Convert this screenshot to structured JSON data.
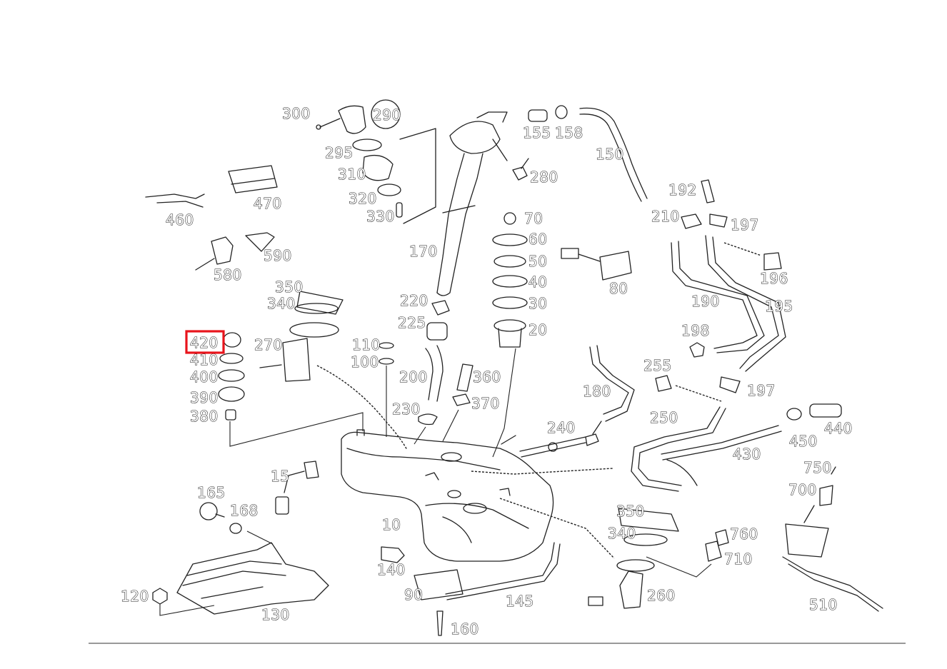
{
  "highlight": {
    "label": "420",
    "color": "#e8141c"
  },
  "labels": [
    "10",
    "15",
    "20",
    "30",
    "40",
    "50",
    "60",
    "70",
    "80",
    "90",
    "100",
    "110",
    "120",
    "130",
    "140",
    "145",
    "150",
    "155",
    "158",
    "160",
    "165",
    "168",
    "170",
    "180",
    "190",
    "192",
    "195",
    "196",
    "197",
    "198",
    "200",
    "210",
    "220",
    "225",
    "230",
    "240",
    "250",
    "255",
    "260",
    "270",
    "280",
    "290",
    "295",
    "300",
    "310",
    "320",
    "330",
    "340",
    "350",
    "360",
    "370",
    "380",
    "390",
    "400",
    "410",
    "420",
    "430",
    "440",
    "450",
    "460",
    "470",
    "510",
    "580",
    "590",
    "700",
    "710",
    "750",
    "760"
  ],
  "label_instances": [
    "10",
    "15",
    "20",
    "30",
    "40",
    "50",
    "60",
    "70",
    "80",
    "90",
    "100",
    "110",
    "120",
    "130",
    "140",
    "145",
    "150",
    "155",
    "158",
    "160",
    "165",
    "168",
    "170",
    "180",
    "190",
    "192",
    "195",
    "196",
    "197a",
    "197b",
    "198",
    "200",
    "210",
    "220",
    "225",
    "230",
    "240",
    "250",
    "255",
    "260",
    "270",
    "280",
    "290",
    "295",
    "300",
    "310",
    "320",
    "330",
    "340a",
    "340b",
    "350a",
    "350b",
    "360",
    "370",
    "380",
    "390",
    "400",
    "410",
    "420",
    "430",
    "440",
    "450",
    "460",
    "470",
    "510",
    "580",
    "590",
    "700",
    "710",
    "750",
    "760"
  ]
}
